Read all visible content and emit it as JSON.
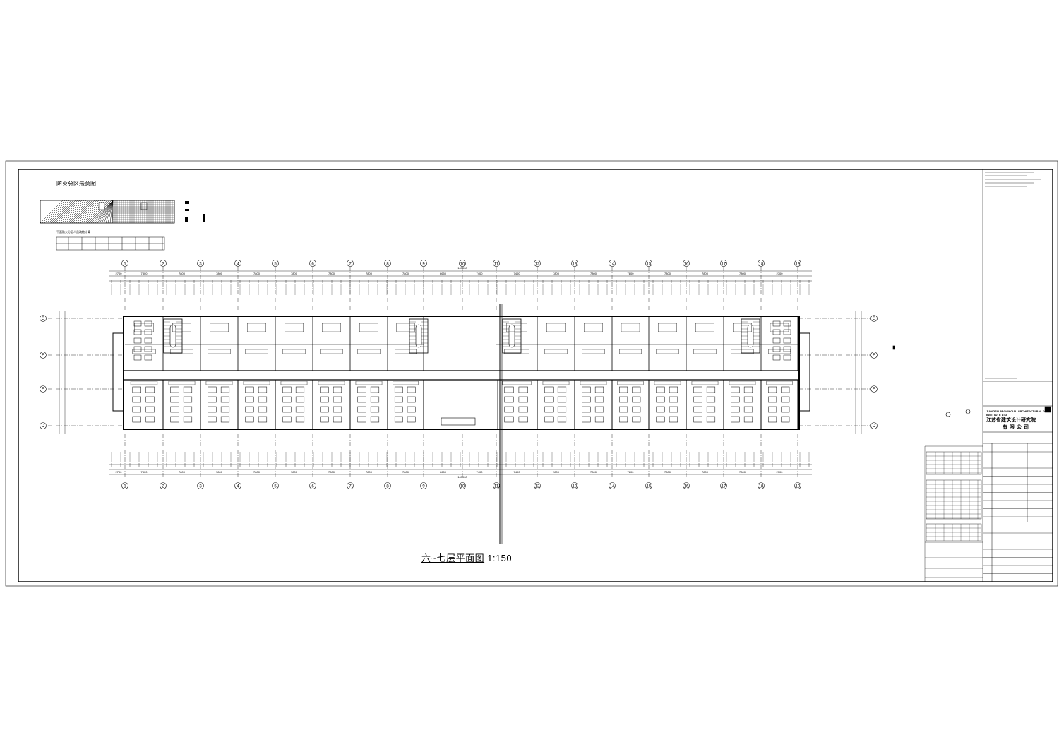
{
  "drawing": {
    "title": "六~七层平面图",
    "scale": "1:150"
  },
  "legend": {
    "title": "防火分区示意图",
    "table_caption": "平面防火分区人员疏散计算"
  },
  "axes": {
    "columns": [
      "1",
      "2",
      "3",
      "4",
      "5",
      "6",
      "7",
      "8",
      "9",
      "10",
      "11",
      "12",
      "13",
      "14",
      "15",
      "16",
      "17",
      "18",
      "19"
    ],
    "rows": [
      "G",
      "F",
      "E",
      "D"
    ],
    "top_bay_labels": [
      "2700",
      "7800",
      "7800",
      "7800",
      "7800",
      "7800",
      "7800",
      "7800",
      "7800",
      "6650",
      "7400",
      "7400",
      "7800",
      "7800",
      "7800",
      "7800",
      "7800",
      "7800",
      "2700"
    ],
    "overall_length": "143000"
  },
  "title_block": {
    "firm_en": "JIANGSU PROVINCIAL ARCHITECTURAL D&R INSTITUTE LTD",
    "firm_cn_line1": "江苏省建筑设计研究院",
    "firm_cn_line2": "有限公司"
  },
  "colors": {
    "line": "#000000",
    "paper": "#ffffff",
    "grid": "#555555"
  }
}
